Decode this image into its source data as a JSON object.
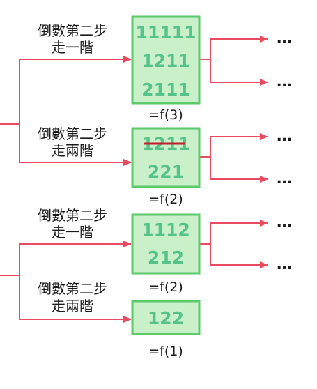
{
  "colors": {
    "line": "#e84a5f",
    "box_fill": "#c9f0c9",
    "box_border": "#5cc96b",
    "box_text": "#55c28a",
    "strike": "#c0202a"
  },
  "labels": {
    "step1": "倒數第二步",
    "walk_one": "走一階",
    "walk_two": "走兩階"
  },
  "boxes": [
    {
      "values": [
        "11111",
        "1211",
        "2111"
      ],
      "func": "=f(3)"
    },
    {
      "values": [
        "1211",
        "221"
      ],
      "func": "=f(2)",
      "struck": "1211"
    },
    {
      "values": [
        "1112",
        "212"
      ],
      "func": "=f(2)"
    },
    {
      "values": [
        "122"
      ],
      "func": "=f(1)"
    }
  ],
  "ellipsis": "…"
}
